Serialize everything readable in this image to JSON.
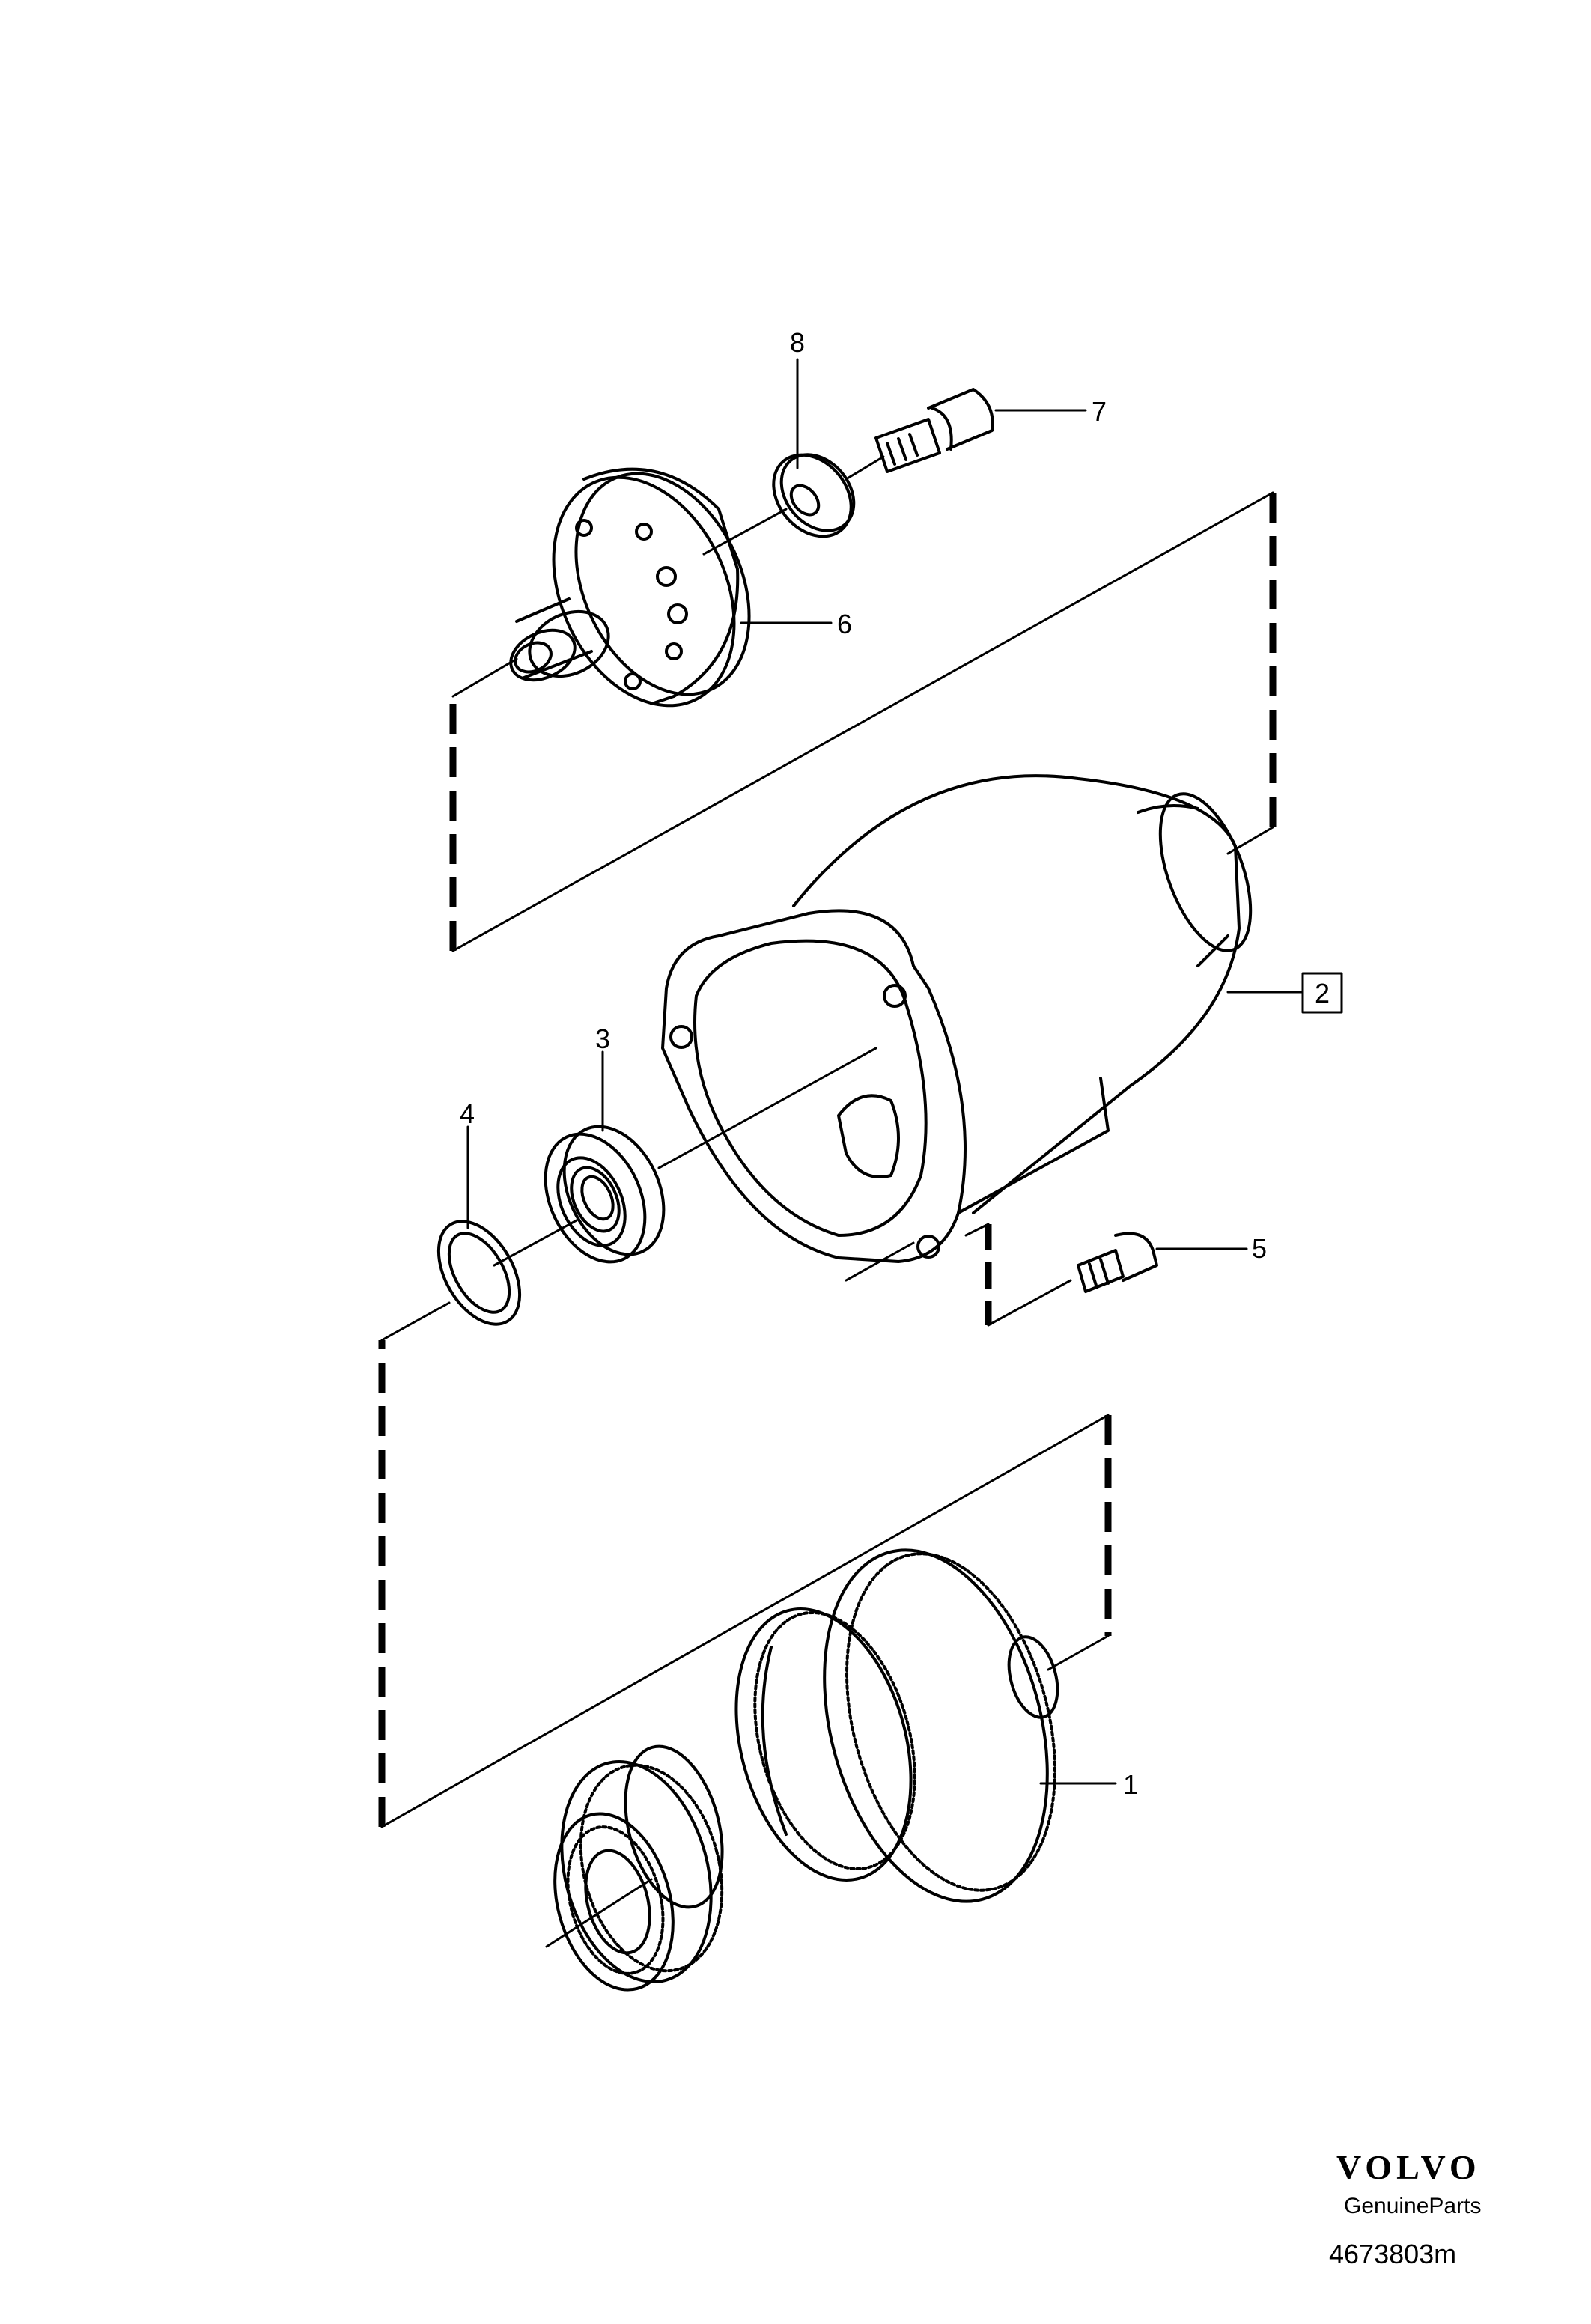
{
  "diagram": {
    "callouts": [
      {
        "id": "1",
        "label": "1"
      },
      {
        "id": "2",
        "label": "2",
        "boxed": true
      },
      {
        "id": "3",
        "label": "3"
      },
      {
        "id": "4",
        "label": "4"
      },
      {
        "id": "5",
        "label": "5"
      },
      {
        "id": "6",
        "label": "6"
      },
      {
        "id": "7",
        "label": "7"
      },
      {
        "id": "8",
        "label": "8"
      }
    ]
  },
  "branding": {
    "logo_text": "VOLVO",
    "subtitle": "GenuineParts"
  },
  "reference_number": "4673803m"
}
